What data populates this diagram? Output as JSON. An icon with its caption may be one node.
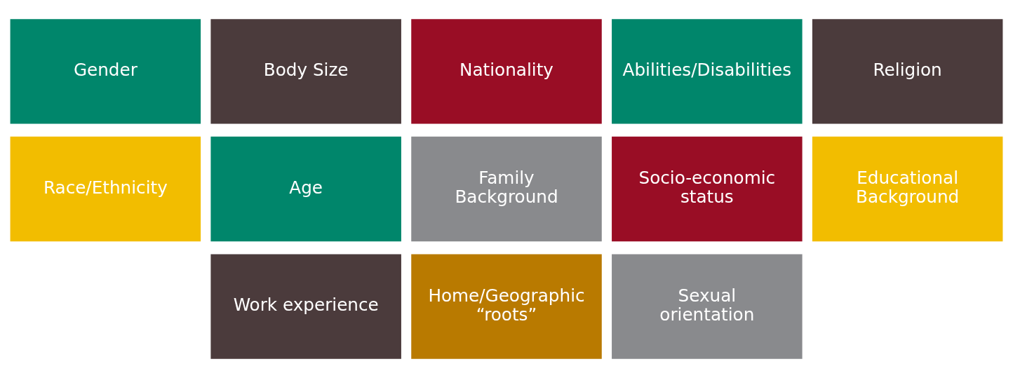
{
  "diagram": {
    "nodes": [
      {
        "text": [
          "Gender"
        ]
      },
      {
        "text": [
          "Body Size"
        ]
      },
      {
        "text": [
          "Nationality"
        ]
      },
      {
        "text": [
          "Abilities/Disabilities"
        ]
      },
      {
        "text": [
          "Religion"
        ]
      },
      {
        "text": [
          "Race/Ethnicity"
        ]
      },
      {
        "text": [
          "Age"
        ]
      },
      {
        "text": [
          "Family Background"
        ]
      },
      {
        "text": [
          "Socio-economic status"
        ]
      },
      {
        "text": [
          "Educational Background"
        ]
      },
      {
        "text": [
          "Work experience"
        ]
      },
      {
        "text": [
          "Home/Geographic “roots”"
        ]
      },
      {
        "text": [
          "Sexual orientation"
        ]
      }
    ]
  }
}
